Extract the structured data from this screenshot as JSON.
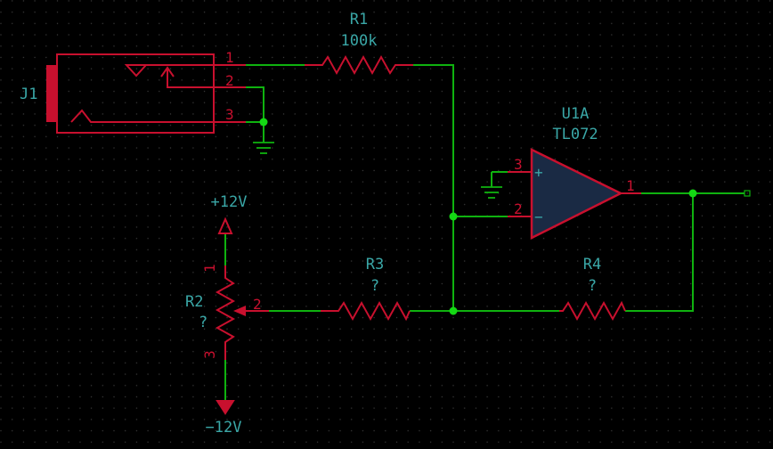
{
  "components": {
    "j1": {
      "ref": "J1",
      "pins": [
        "1",
        "2",
        "3"
      ]
    },
    "r1": {
      "ref": "R1",
      "value": "100k"
    },
    "r2": {
      "ref": "R2",
      "value": "?",
      "pins": [
        "1",
        "2",
        "3"
      ]
    },
    "r3": {
      "ref": "R3",
      "value": "?"
    },
    "r4": {
      "ref": "R4",
      "value": "?"
    },
    "u1a": {
      "ref": "U1A",
      "value": "TL072",
      "pins": [
        "3",
        "2",
        "1"
      ],
      "plus": "+",
      "minus": "−"
    }
  },
  "power": {
    "positive": "+12V",
    "negative": "−12V"
  },
  "colors": {
    "background": "#000000",
    "wire": "#0fb20f",
    "component": "#c8102e",
    "label": "#3aa7a7",
    "opamp_fill": "#1a2a44"
  }
}
